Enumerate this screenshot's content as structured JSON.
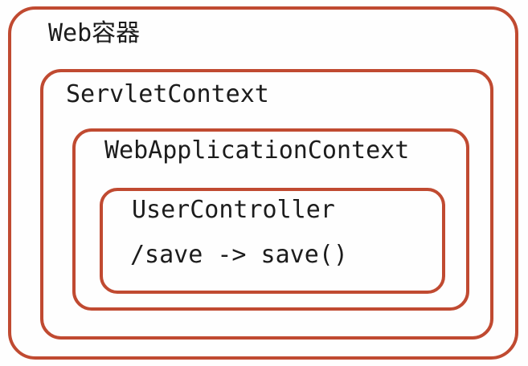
{
  "diagram": {
    "boxes": {
      "web_container": {
        "label": "Web容器"
      },
      "servlet_context": {
        "label": "ServletContext"
      },
      "web_application_context": {
        "label": "WebApplicationContext"
      },
      "user_controller": {
        "label": "UserController",
        "mapping": "/save -> save()"
      }
    },
    "colors": {
      "border": "#c04a31",
      "text": "#1c1c1c",
      "background": "#fefefe"
    }
  }
}
